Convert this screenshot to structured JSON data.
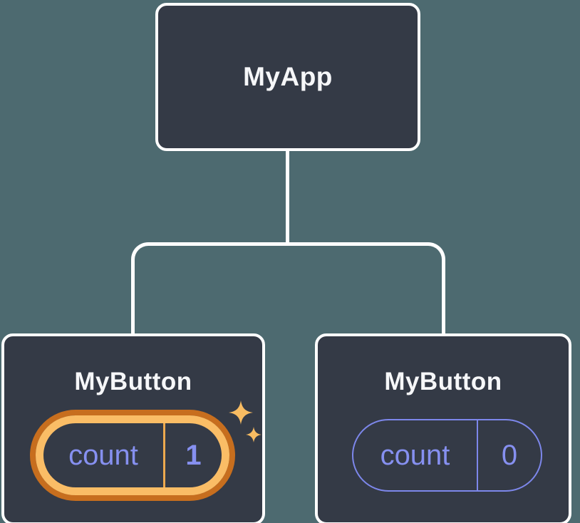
{
  "diagram": {
    "kind": "react-component-tree",
    "tree": {
      "root": {
        "label": "MyApp"
      },
      "children": [
        {
          "label": "MyButton",
          "state_key": "count",
          "state_value": "1",
          "highlighted": true
        },
        {
          "label": "MyButton",
          "state_key": "count",
          "state_value": "0",
          "highlighted": false
        }
      ]
    },
    "icons": {
      "sparkles": "sparkles-icon"
    },
    "colors": {
      "background": "#4D6A70",
      "node_fill": "#343A46",
      "node_border": "#FFFFFF",
      "connector": "#FFFFFF",
      "title_text": "#F6F7F9",
      "state_text": "#8690F0",
      "state_pill_border": "#7D87EB",
      "highlight_ring_inner": "#FABD66",
      "highlight_ring_outer": "#C76E1E",
      "highlight_divider": "#EDA94E",
      "sparkle": "#F8BC62"
    }
  }
}
